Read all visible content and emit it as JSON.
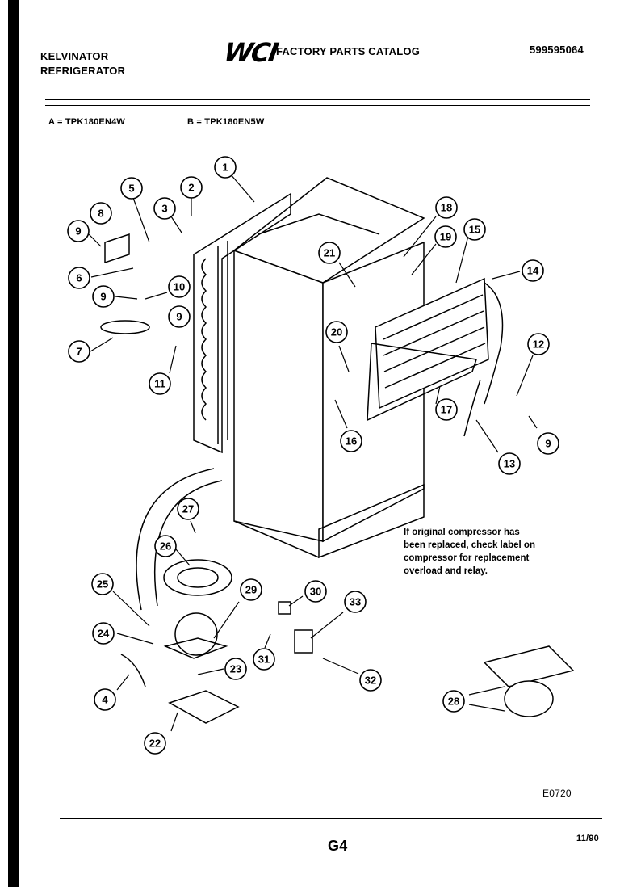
{
  "header": {
    "brand_line1": "KELVINATOR",
    "brand_line2": "REFRIGERATOR",
    "logo": "WCI",
    "title": "FACTORY PARTS CATALOG",
    "catalog_number": "599595064"
  },
  "models": {
    "a": "A = TPK180EN4W",
    "b": "B = TPK180EN5W"
  },
  "note": "If original compressor has\nbeen replaced, check label on\ncompressor for replacement\noverload and relay.",
  "callouts": [
    "1",
    "2",
    "3",
    "5",
    "8",
    "9",
    "6",
    "9",
    "10",
    "9",
    "7",
    "11",
    "18",
    "21",
    "19",
    "15",
    "14",
    "20",
    "12",
    "16",
    "17",
    "9",
    "13",
    "27",
    "26",
    "25",
    "29",
    "30",
    "33",
    "24",
    "31",
    "23",
    "4",
    "32",
    "22",
    "28"
  ],
  "footer": {
    "diagram_code": "E0720",
    "page": "G4",
    "date": "11/90"
  }
}
